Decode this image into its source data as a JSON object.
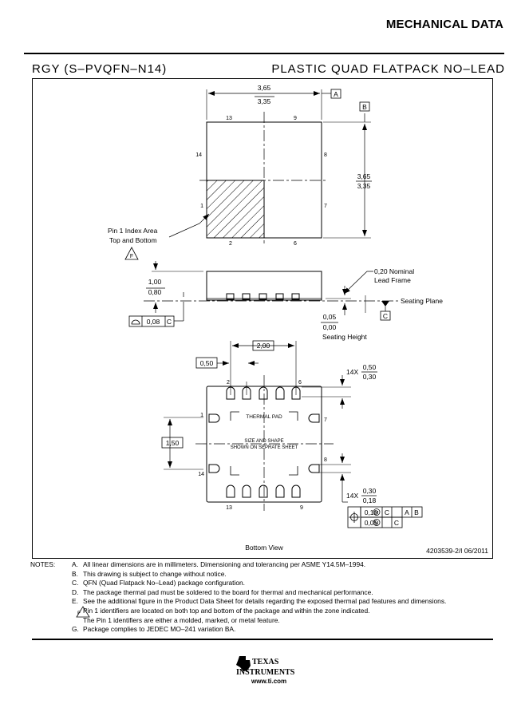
{
  "header": {
    "title": "MECHANICAL DATA",
    "package_code": "RGY (S–PVQFN–N14)",
    "package_desc": "PLASTIC QUAD FLATPACK NO–LEAD"
  },
  "top_view": {
    "width_max": "3,65",
    "width_min": "3,35",
    "height_max": "3,65",
    "height_min": "3,35",
    "datum_a": "A",
    "datum_b": "B",
    "pins": {
      "p13": "13",
      "p9": "9",
      "p14": "14",
      "p8": "8",
      "p1": "1",
      "p7": "7",
      "p2": "2",
      "p6": "6"
    },
    "pin1_label_1": "Pin 1 Index Area",
    "pin1_label_2": "Top and Bottom",
    "note_flag": "F"
  },
  "side_view": {
    "height_max": "1,00",
    "height_min": "0,80",
    "lead_frame_1": "0,20 Nominal",
    "lead_frame_2": "Lead Frame",
    "seating_plane": "Seating Plane",
    "datum_c": "C",
    "standoff_max": "0,05",
    "standoff_min": "0,00",
    "seating_height": "Seating Height",
    "flatness_value": "0,08",
    "flatness_datum": "C"
  },
  "bottom_view": {
    "pitch_span": "2,00",
    "pitch": "0,50",
    "side_span": "1,50",
    "lead_w_prefix": "14X",
    "lead_w_max": "0,50",
    "lead_w_min": "0,30",
    "lead_t_prefix": "14X",
    "lead_t_max": "0,30",
    "lead_t_min": "0,18",
    "pins": {
      "p2": "2",
      "p6": "6",
      "p1": "1",
      "p7": "7",
      "p8": "8",
      "p14": "14",
      "p13": "13",
      "p9": "9"
    },
    "thermal_pad": "THERMAL PAD",
    "size_shape_1": "SIZE AND SHAPE",
    "size_shape_2": "SHOWN ON SEPRATE SHEET",
    "tol1_value": "0,10",
    "tol1_mod": "M",
    "tol1_d1": "C",
    "tol1_d2": "A",
    "tol1_d3": "B",
    "tol2_value": "0,05",
    "tol2_mod": "M",
    "tol2_d1": "C",
    "caption": "Bottom View",
    "drawing_no": "4203539-2/I   06/2011"
  },
  "notes": {
    "header": "NOTES:",
    "items": [
      {
        "letter": "A.",
        "text": "All linear dimensions are in millimeters.  Dimensioning and tolerancing per ASME Y14.5M–1994."
      },
      {
        "letter": "B.",
        "text": "This drawing is subject to change without notice."
      },
      {
        "letter": "C.",
        "text": "QFN (Quad Flatpack No–Lead) package configuration."
      },
      {
        "letter": "D.",
        "text": "The package thermal pad must be soldered to the board for thermal and mechanical performance."
      },
      {
        "letter": "E.",
        "text": "See the additional figure in the Product Data Sheet for details regarding the exposed thermal pad features and dimensions."
      },
      {
        "letter": "F",
        "text": "Pin 1 identifiers are located on both top and bottom of the package and within the zone indicated.",
        "text2": "The Pin 1 identifiers are either a molded, marked, or metal feature."
      },
      {
        "letter": "G.",
        "text": "Package complies to JEDEC MO–241 variation BA."
      }
    ]
  },
  "footer": {
    "brand_line1": "TEXAS",
    "brand_line2": "INSTRUMENTS",
    "url": "www.ti.com"
  }
}
